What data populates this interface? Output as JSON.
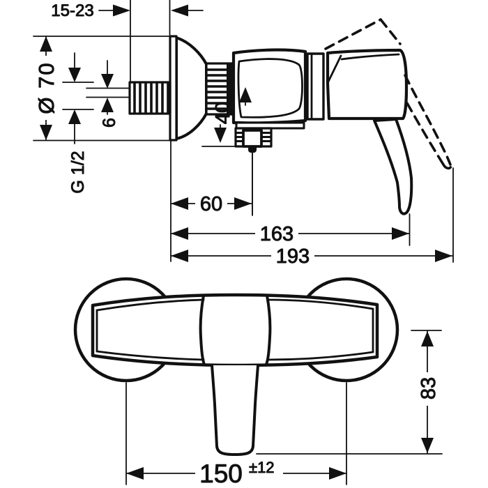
{
  "drawing": {
    "title": "shower-mixer-technical-dimension-drawing",
    "colors": {
      "line": "#111111",
      "background": "#ffffff"
    },
    "views": {
      "side": "side-elevation",
      "bottom": "plan-view"
    },
    "dims": {
      "wall_depth_range": "15-23",
      "escutcheon_diameter": "Ø 70",
      "connection_thread": "G 1/2",
      "eccentric_offset": "6",
      "axis_to_outlet": "40",
      "outlet_depth": "60",
      "handle_depth": "163",
      "max_depth": "193",
      "pipe_spacing": "150",
      "pipe_spacing_tolerance": "±12",
      "handle_reach": "83"
    }
  }
}
